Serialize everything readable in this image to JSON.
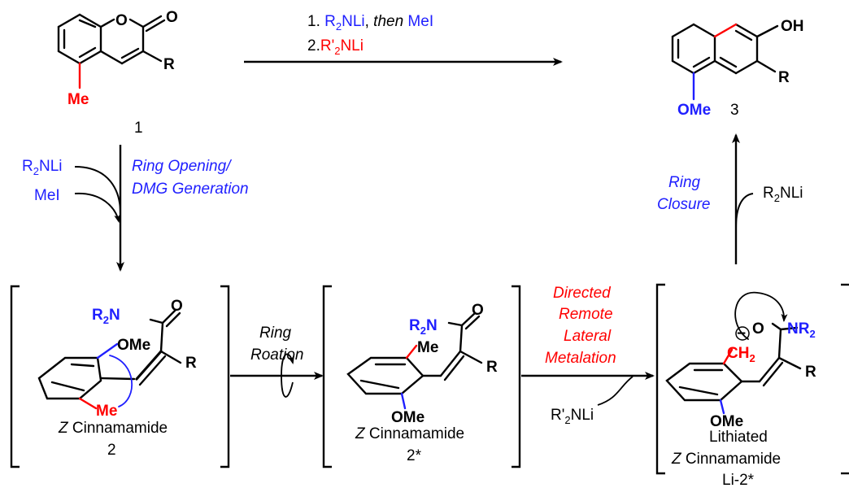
{
  "colors": {
    "black": "#000000",
    "blue": "#1f1fff",
    "red": "#ff0000"
  },
  "compound1": {
    "o1": "O",
    "o2": "O",
    "r": "R",
    "me": "Me",
    "label": "1"
  },
  "compound3": {
    "oh": "OH",
    "r": "R",
    "ome": "OMe",
    "label": "3"
  },
  "top_arrow": {
    "step1_prefix": "1. ",
    "step1_reagent_a": "R",
    "step1_reagent_sub": "2",
    "step1_reagent_b": "NLi",
    "step1_comma": ", ",
    "step1_then": "then",
    "step1_mei": " MeI",
    "step2_prefix": "2.",
    "step2_reagent_a": "R'",
    "step2_reagent_sub": "2",
    "step2_reagent_b": "NLi"
  },
  "left_arrow": {
    "reagent_a": "R",
    "reagent_sub": "2",
    "reagent_b": "NLi",
    "reagent2": "MeI",
    "desc_line1": "Ring Opening/",
    "desc_line2": "DMG Generation"
  },
  "right_arrow": {
    "desc_line1": "Ring",
    "desc_line2": "Closure",
    "reagent_a": "R",
    "reagent_sub": "2",
    "reagent_b": "NLi"
  },
  "compound2": {
    "r2n_a": "R",
    "r2n_sub": "2",
    "r2n_b": "N",
    "o": "O",
    "ome": "OMe",
    "r": "R",
    "me": "Me",
    "label_z": "Z",
    "label_name": " Cinnamamide",
    "label_num": "2"
  },
  "mid_arrow1": {
    "line1": "Ring",
    "line2": "Roation"
  },
  "compound2star": {
    "r2n_a": "R",
    "r2n_sub": "2",
    "r2n_b": "N",
    "o": "O",
    "me": "Me",
    "r": "R",
    "ome": "OMe",
    "label_z": "Z",
    "label_name": " Cinnamamide",
    "label_num": "2*"
  },
  "mid_arrow2": {
    "line1": "Directed",
    "line2": "Remote",
    "line3": "Lateral",
    "line4": "Metalation",
    "reagent_a": "R'",
    "reagent_sub": "2",
    "reagent_b": "NLi"
  },
  "compoundLi": {
    "minus": "−",
    "o": "O",
    "nr2_a": "NR",
    "nr2_sub": "2",
    "ch2_a": "CH",
    "ch2_sub": "2",
    "r": "R",
    "ome": "OMe",
    "label_line1": "Lithiated",
    "label_z": "Z",
    "label_name": " Cinnamamide",
    "label_num": "Li-2*"
  }
}
